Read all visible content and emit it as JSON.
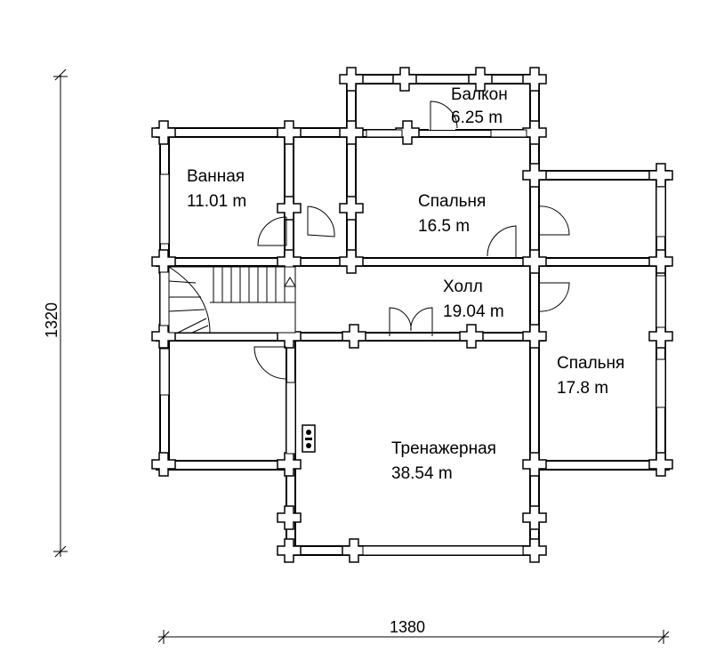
{
  "rooms": {
    "balcony": {
      "name": "Балкон",
      "area": "6.25 m"
    },
    "bathroom": {
      "name": "Ванная",
      "area": "11.01 m"
    },
    "bedroom1": {
      "name": "Спальня",
      "area": "16.5 m"
    },
    "hall": {
      "name": "Холл",
      "area": "19.04 m"
    },
    "bedroom2": {
      "name": "Спальня",
      "area": "17.8 m"
    },
    "gym": {
      "name": "Тренажерная",
      "area": "38.54 m"
    }
  },
  "dimensions": {
    "height": "1320",
    "width": "1380"
  }
}
